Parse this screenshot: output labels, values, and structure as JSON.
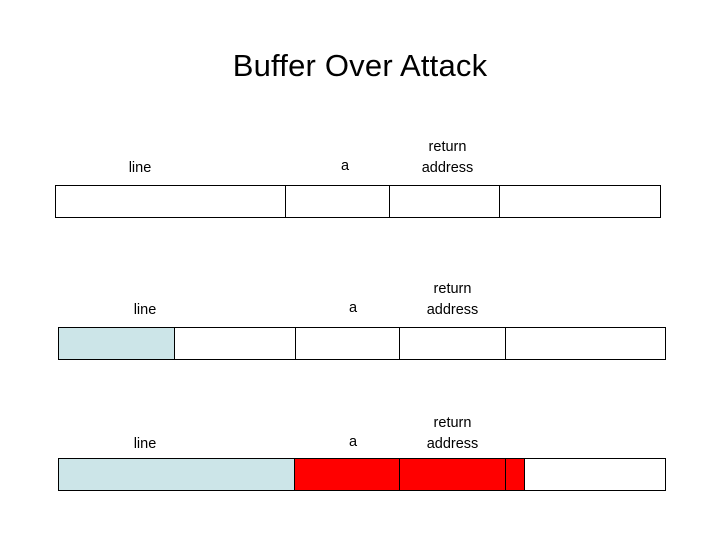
{
  "title": "Buffer Over Attack",
  "colors": {
    "outline": "#000000",
    "background": "#ffffff",
    "buffer_fill": "#cce5e8",
    "overflow_fill": "#ff0000"
  },
  "rows": [
    {
      "id": "row-1",
      "labels": {
        "line": "line",
        "variable": "a",
        "return_address": "return\naddress"
      },
      "fills": []
    },
    {
      "id": "row-2",
      "labels": {
        "line": "line",
        "variable": "a",
        "return_address": "return\naddress"
      },
      "fills": [
        {
          "name": "buffer-fill",
          "color": "#cce5e8"
        }
      ]
    },
    {
      "id": "row-3",
      "labels": {
        "line": "line",
        "variable": "a",
        "return_address": "return\naddress"
      },
      "fills": [
        {
          "name": "buffer-fill",
          "color": "#cce5e8"
        },
        {
          "name": "overflow-fill",
          "color": "#ff0000"
        }
      ]
    }
  ]
}
